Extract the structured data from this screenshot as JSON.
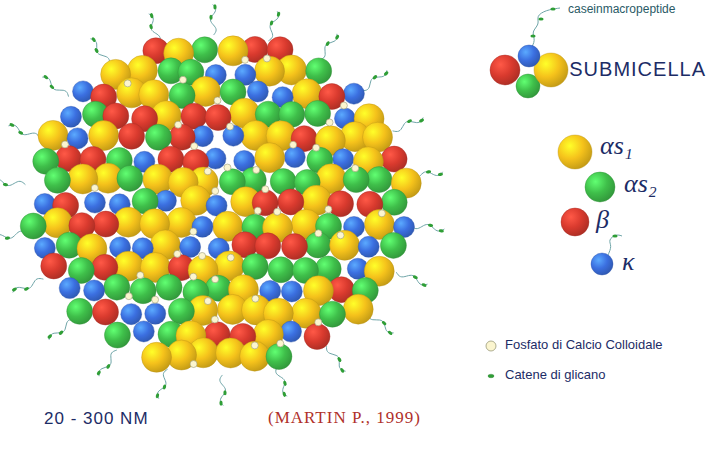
{
  "diagram": {
    "labels": [
      "caseinmacropeptide",
      "SUBMICELLA",
      "20 - 300 NM",
      "(MARTIN P., 1999)"
    ],
    "legend": [
      {
        "text": "αs₁",
        "color": "#f5c21b"
      },
      {
        "text": "αs₂",
        "color": "#3fbf4a"
      },
      {
        "text": "β",
        "color": "#d93a2e"
      },
      {
        "text": "κ",
        "color": "#3b6fe0"
      },
      {
        "text": "Fosfato di Calcio Colloidale",
        "color": "#fbf5cf"
      },
      {
        "text": "Catene di glicano",
        "color": "#2f9e36"
      }
    ]
  }
}
